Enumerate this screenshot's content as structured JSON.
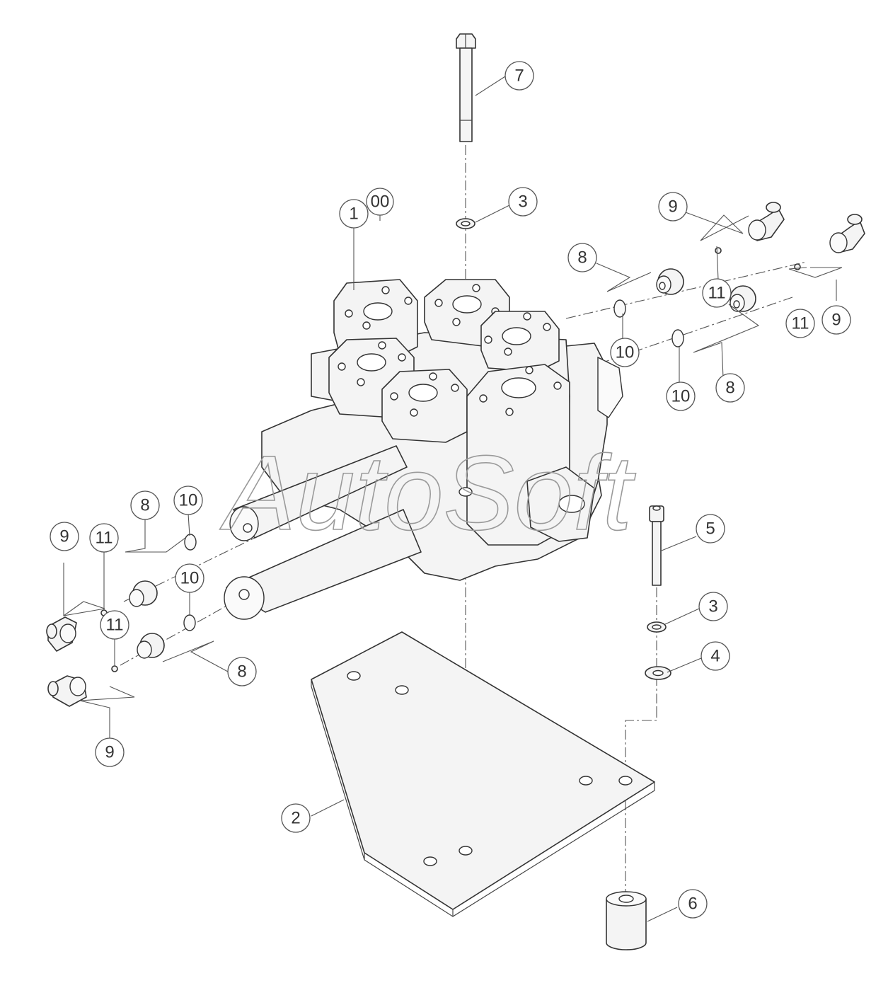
{
  "diagram": {
    "watermark": "AutoSoft",
    "callouts": [
      {
        "id": "c7",
        "label": "7"
      },
      {
        "id": "c1",
        "label": "1"
      },
      {
        "id": "c00",
        "label": "00"
      },
      {
        "id": "c3a",
        "label": "3"
      },
      {
        "id": "c9a",
        "label": "9"
      },
      {
        "id": "c8a",
        "label": "8"
      },
      {
        "id": "c11a",
        "label": "11"
      },
      {
        "id": "c10a",
        "label": "10"
      },
      {
        "id": "c11b",
        "label": "11"
      },
      {
        "id": "c9b",
        "label": "9"
      },
      {
        "id": "c10b",
        "label": "10"
      },
      {
        "id": "c8b",
        "label": "8"
      },
      {
        "id": "c8c",
        "label": "8"
      },
      {
        "id": "c10c",
        "label": "10"
      },
      {
        "id": "c9c",
        "label": "9"
      },
      {
        "id": "c11c",
        "label": "11"
      },
      {
        "id": "c10d",
        "label": "10"
      },
      {
        "id": "c11d",
        "label": "11"
      },
      {
        "id": "c8d",
        "label": "8"
      },
      {
        "id": "c9d",
        "label": "9"
      },
      {
        "id": "c5",
        "label": "5"
      },
      {
        "id": "c3b",
        "label": "3"
      },
      {
        "id": "c4",
        "label": "4"
      },
      {
        "id": "c2",
        "label": "2"
      },
      {
        "id": "c6",
        "label": "6"
      }
    ]
  }
}
